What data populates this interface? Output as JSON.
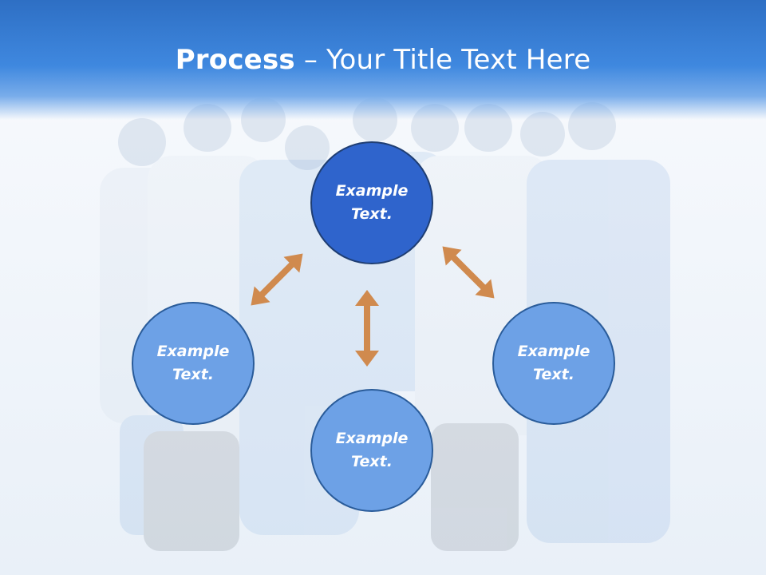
{
  "title": {
    "bold": "Process",
    "rest": " – Your Title Text Here"
  },
  "nodes": {
    "top": "Example\nText.",
    "left": "Example\nText.",
    "right": "Example\nText.",
    "bottom": "Example\nText."
  },
  "colors": {
    "header": "#3f88df",
    "node_dark": "#2f64cc",
    "node_light": "#6da1e6",
    "arrow": "#d08a4e"
  }
}
